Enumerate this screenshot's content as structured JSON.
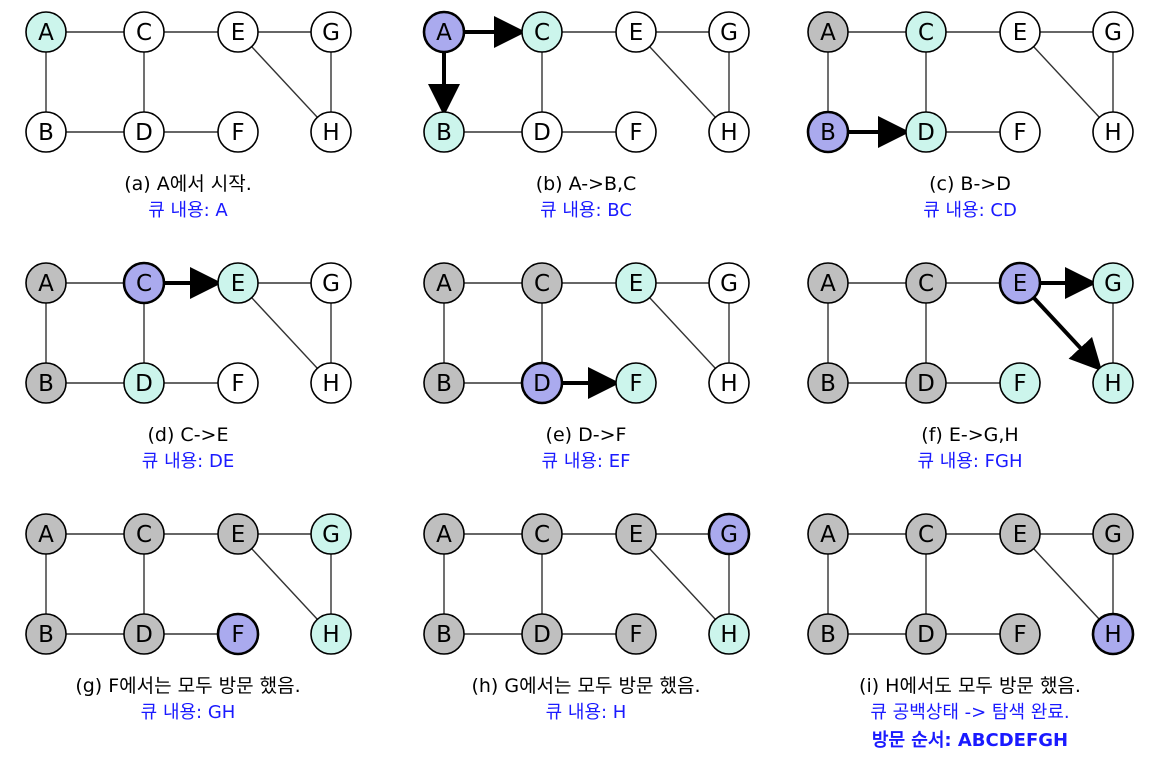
{
  "colors": {
    "unvisited": "#ffffff",
    "queued": "#ccf5ec",
    "current": "#aaaaee",
    "visited": "#bfbfbf",
    "edge": "#333333",
    "caption": "#000000",
    "queue": "#1a1aff"
  },
  "nodes": [
    "A",
    "B",
    "C",
    "D",
    "E",
    "F",
    "G",
    "H"
  ],
  "edges": [
    [
      "A",
      "C"
    ],
    [
      "A",
      "B"
    ],
    [
      "C",
      "E"
    ],
    [
      "C",
      "D"
    ],
    [
      "B",
      "D"
    ],
    [
      "D",
      "F"
    ],
    [
      "E",
      "G"
    ],
    [
      "E",
      "H"
    ],
    [
      "G",
      "H"
    ]
  ],
  "panels": [
    {
      "caption": "(a) A에서 시작.",
      "queue": "큐 내용: A",
      "extra": "",
      "states": {
        "A": "queued",
        "B": "unvisited",
        "C": "unvisited",
        "D": "unvisited",
        "E": "unvisited",
        "F": "unvisited",
        "G": "unvisited",
        "H": "unvisited"
      },
      "arrows": []
    },
    {
      "caption": "(b) A->B,C",
      "queue": "큐 내용: BC",
      "extra": "",
      "states": {
        "A": "current",
        "B": "queued",
        "C": "queued",
        "D": "unvisited",
        "E": "unvisited",
        "F": "unvisited",
        "G": "unvisited",
        "H": "unvisited"
      },
      "arrows": [
        [
          "A",
          "C"
        ],
        [
          "A",
          "B"
        ]
      ]
    },
    {
      "caption": "(c) B->D",
      "queue": "큐 내용: CD",
      "extra": "",
      "states": {
        "A": "visited",
        "B": "current",
        "C": "queued",
        "D": "queued",
        "E": "unvisited",
        "F": "unvisited",
        "G": "unvisited",
        "H": "unvisited"
      },
      "arrows": [
        [
          "B",
          "D"
        ]
      ]
    },
    {
      "caption": "(d) C->E",
      "queue": "큐 내용: DE",
      "extra": "",
      "states": {
        "A": "visited",
        "B": "visited",
        "C": "current",
        "D": "queued",
        "E": "queued",
        "F": "unvisited",
        "G": "unvisited",
        "H": "unvisited"
      },
      "arrows": [
        [
          "C",
          "E"
        ]
      ]
    },
    {
      "caption": "(e) D->F",
      "queue": "큐 내용: EF",
      "extra": "",
      "states": {
        "A": "visited",
        "B": "visited",
        "C": "visited",
        "D": "current",
        "E": "queued",
        "F": "queued",
        "G": "unvisited",
        "H": "unvisited"
      },
      "arrows": [
        [
          "D",
          "F"
        ]
      ]
    },
    {
      "caption": "(f) E->G,H",
      "queue": "큐 내용: FGH",
      "extra": "",
      "states": {
        "A": "visited",
        "B": "visited",
        "C": "visited",
        "D": "visited",
        "E": "current",
        "F": "queued",
        "G": "queued",
        "H": "queued"
      },
      "arrows": [
        [
          "E",
          "G"
        ],
        [
          "E",
          "H"
        ]
      ]
    },
    {
      "caption": "(g) F에서는 모두 방문 했음.",
      "queue": "큐 내용: GH",
      "extra": "",
      "states": {
        "A": "visited",
        "B": "visited",
        "C": "visited",
        "D": "visited",
        "E": "visited",
        "F": "current",
        "G": "queued",
        "H": "queued"
      },
      "arrows": []
    },
    {
      "caption": "(h) G에서는 모두 방문 했음.",
      "queue": "큐 내용: H",
      "extra": "",
      "states": {
        "A": "visited",
        "B": "visited",
        "C": "visited",
        "D": "visited",
        "E": "visited",
        "F": "visited",
        "G": "current",
        "H": "queued"
      },
      "arrows": []
    },
    {
      "caption": "(i) H에서도 모두 방문 했음.",
      "queue": "큐 공백상태 -> 탐색 완료.",
      "extra": "방문 순서: ABCDEFGH",
      "states": {
        "A": "visited",
        "B": "visited",
        "C": "visited",
        "D": "visited",
        "E": "visited",
        "F": "visited",
        "G": "visited",
        "H": "current"
      },
      "arrows": []
    }
  ]
}
